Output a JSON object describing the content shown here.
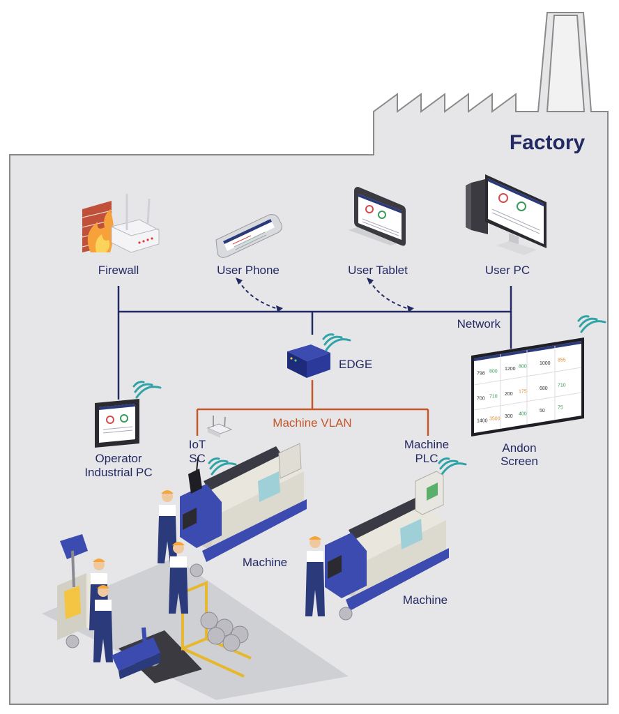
{
  "factory": {
    "title": "Factory"
  },
  "labels": {
    "firewall": "Firewall",
    "user_phone": "User Phone",
    "user_tablet": "User Tablet",
    "user_pc": "User PC",
    "network": "Network",
    "edge": "EDGE",
    "machine_vlan": "Machine VLAN",
    "operator_line1": "Operator",
    "operator_line2": "Industrial PC",
    "iot_line1": "IoT",
    "iot_line2": "SC",
    "plc_line1": "Machine",
    "plc_line2": "PLC",
    "andon_line1": "Andon",
    "andon_line2": "Screen",
    "machine_1": "Machine",
    "machine_2": "Machine"
  },
  "andon_values": [
    "798",
    "800",
    "1200",
    "800",
    "1000",
    "855",
    "700",
    "710",
    "200",
    "175",
    "680",
    "710",
    "1400",
    "3500",
    "300",
    "400",
    "50",
    "75"
  ],
  "colors": {
    "navy": "#232a63",
    "orange": "#c4562a",
    "factory_bg": "#e6e6e8",
    "wifi": "#2fa3a6"
  }
}
